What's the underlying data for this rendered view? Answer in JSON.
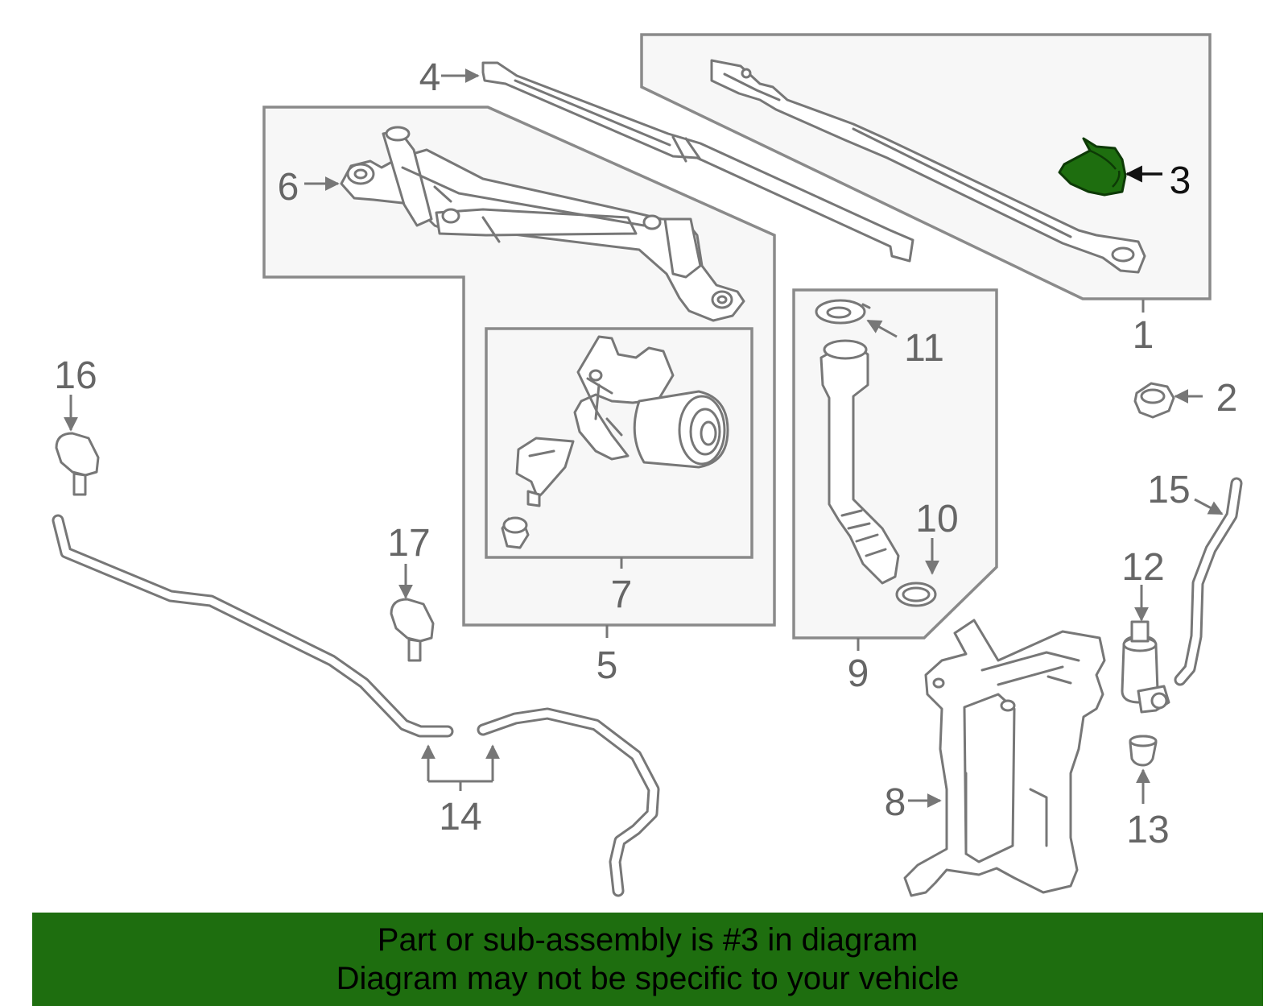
{
  "colors": {
    "highlight": "#1e6e0f",
    "banner_bg": "#1e6e0f",
    "line": "#777777",
    "box_fill": "#f7f7f7"
  },
  "highlighted_part": "3",
  "callouts": {
    "c1": "1",
    "c2": "2",
    "c3": "3",
    "c4": "4",
    "c5": "5",
    "c6": "6",
    "c7": "7",
    "c8": "8",
    "c9": "9",
    "c10": "10",
    "c11": "11",
    "c12": "12",
    "c13": "13",
    "c14": "14",
    "c15": "15",
    "c16": "16",
    "c17": "17"
  },
  "banner": {
    "line1": "Part or sub-assembly is #3 in diagram",
    "line2": "Diagram may not be specific to your vehicle"
  }
}
